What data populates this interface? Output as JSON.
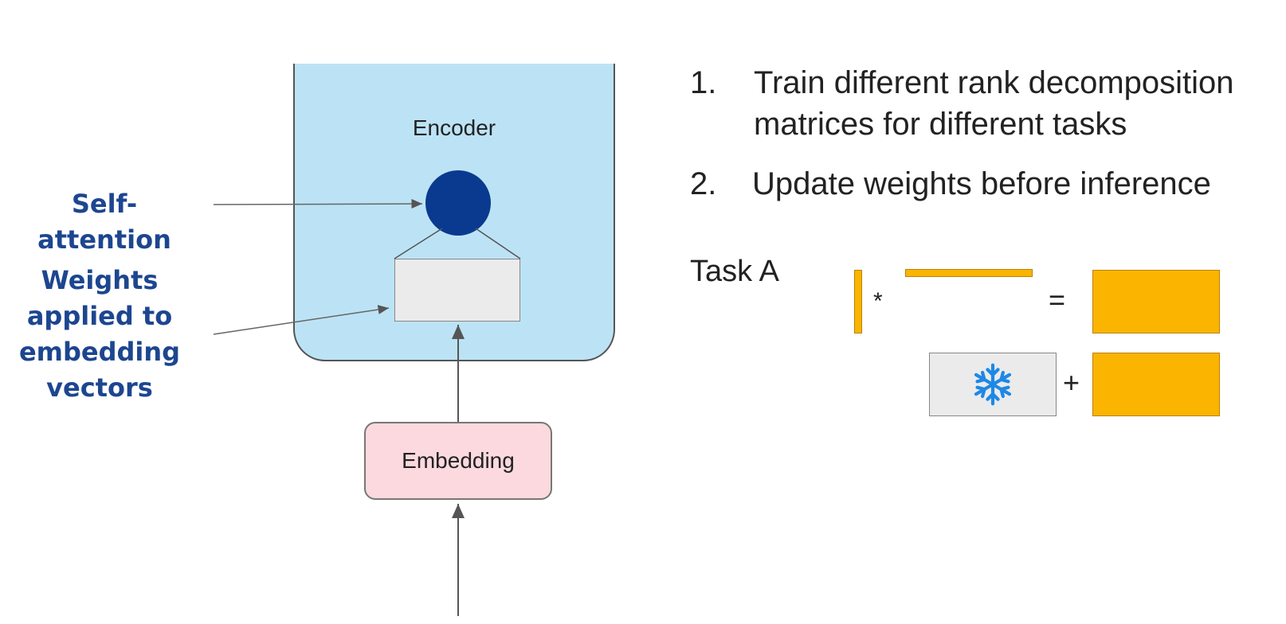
{
  "diagram": {
    "encoder_label": "Encoder",
    "embedding_label": "Embedding",
    "self_attention_label": "Self-attention",
    "weights_label": "Weights\napplied to\nembedding\nvectors",
    "colors": {
      "encoder_fill": "#bce3f5",
      "attention_node": "#0a3a8f",
      "embedding_fill": "#fbd9df",
      "weights_fill": "#ebebeb",
      "matrix_orange": "#fbb400",
      "label_blue": "#1d4690",
      "snowflake": "#1e88e5"
    }
  },
  "list": [
    {
      "number": "1.",
      "text": "Train different rank decomposition\nmatrices for different tasks"
    },
    {
      "number": "2.",
      "text": "Update weights before inference"
    }
  ],
  "task": {
    "label": "Task A",
    "multiply_symbol": "*",
    "equals_symbol": "=",
    "plus_symbol": "+",
    "frozen_icon": "snowflake-icon"
  }
}
